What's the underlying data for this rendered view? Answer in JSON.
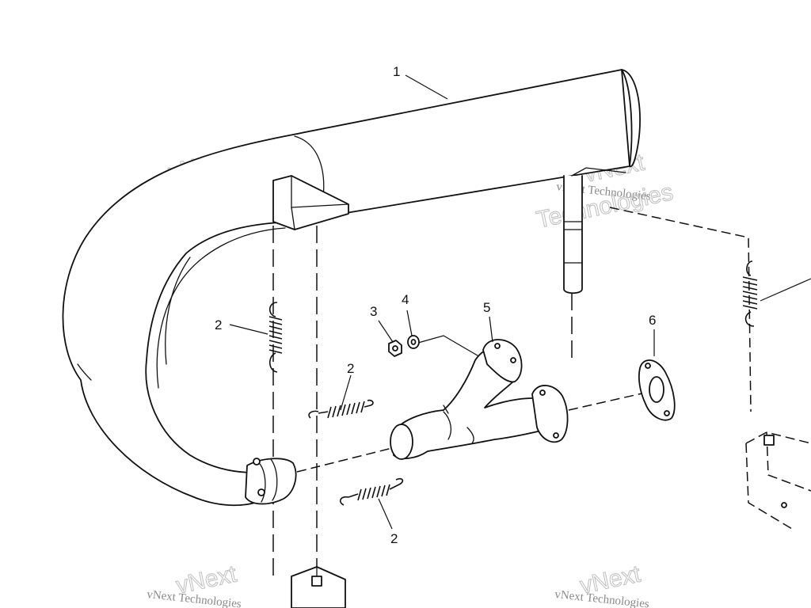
{
  "diagram": {
    "callouts": [
      {
        "id": "c1",
        "label": "1"
      },
      {
        "id": "c2a",
        "label": "2"
      },
      {
        "id": "c2b",
        "label": "2"
      },
      {
        "id": "c2c",
        "label": "2"
      },
      {
        "id": "c3",
        "label": "3"
      },
      {
        "id": "c4",
        "label": "4"
      },
      {
        "id": "c5",
        "label": "5"
      },
      {
        "id": "c6",
        "label": "6"
      }
    ],
    "watermark": {
      "line_small": "vNext Technologies",
      "word_next": "vNext",
      "word_tech": "Technologies"
    }
  }
}
